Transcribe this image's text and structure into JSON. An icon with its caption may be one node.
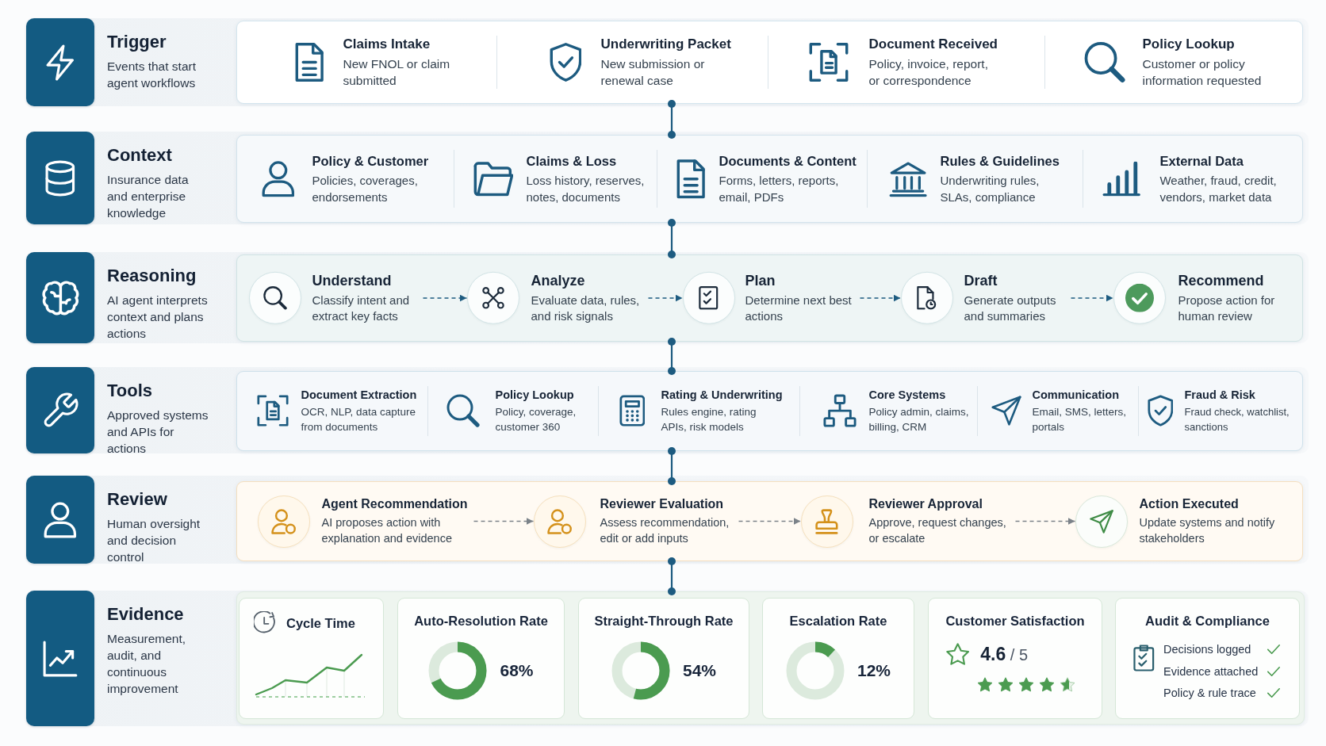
{
  "diagram": {
    "nodes": [
      {
        "text": [
          "Trigger",
          "Events that start agent workflows"
        ]
      },
      {
        "text": [],
        "shape": "box",
        "in": 0
      },
      {
        "text": [
          "Claims Intake",
          "New FNOL or claim submitted"
        ],
        "in": 1
      },
      {
        "text": [
          "Underwriting Packet",
          "New submission or renewal case"
        ],
        "in": 1
      },
      {
        "text": [
          "Document Received",
          "Policy, invoice, report, or correspondence"
        ],
        "in": 1
      },
      {
        "text": [
          "Policy Lookup",
          "Customer or policy information requested"
        ],
        "in": 1
      },
      {
        "text": [
          "Context",
          "Insurance data and enterprise knowledge"
        ]
      },
      {
        "text": [],
        "shape": "box",
        "in": 6
      },
      {
        "text": [
          "Policy & Customer",
          "Policies, coverages, endorsements"
        ],
        "in": 7
      },
      {
        "text": [
          "Claims & Loss",
          "Loss history, reserves, notes, documents"
        ],
        "in": 7
      },
      {
        "text": [
          "Documents & Content",
          "Forms, letters, reports, email, PDFs"
        ],
        "in": 7
      },
      {
        "text": [
          "Rules & Guidelines",
          "Underwriting rules, SLAs, compliance"
        ],
        "in": 7
      },
      {
        "text": [
          "External Data",
          "Weather, fraud, credit, vendors, market data"
        ],
        "in": 7
      },
      {
        "text": [
          "Reasoning",
          "AI agent interprets context and plans actions"
        ]
      },
      {
        "text": [],
        "shape": "box",
        "in": 13
      },
      {
        "text": [
          "Understand",
          "Classify intent and extract key facts"
        ],
        "in": 14
      },
      {
        "text": [
          "Analyze",
          "Evaluate data, rules, and risk signals"
        ],
        "in": 14
      },
      {
        "text": [
          "Plan",
          "Determine next best actions"
        ],
        "in": 14
      },
      {
        "text": [
          "Draft",
          "Generate outputs and summaries"
        ],
        "in": 14
      },
      {
        "text": [
          "Recommend",
          "Propose action for human review"
        ],
        "in": 14
      },
      {
        "text": [
          "Tools",
          "Approved systems and APIs for actions"
        ]
      },
      {
        "text": [],
        "shape": "box",
        "in": 20
      },
      {
        "text": [
          "Document Extraction",
          "OCR, NLP, data capture from documents"
        ],
        "in": 21
      },
      {
        "text": [
          "Policy Lookup",
          "Policy, coverage, customer 360"
        ],
        "in": 21
      },
      {
        "text": [
          "Rating & Underwriting",
          "Rules engine, rating APIs, risk models"
        ],
        "in": 21
      },
      {
        "text": [
          "Core Systems",
          "Policy admin, claims, billing, CRM"
        ],
        "in": 21
      },
      {
        "text": [
          "Communication",
          "Email, SMS, letters, portals"
        ],
        "in": 21
      },
      {
        "text": [
          "Fraud & Risk",
          "Fraud check, watchlist, sanctions"
        ],
        "in": 21
      },
      {
        "text": [
          "Review",
          "Human oversight and decision control"
        ]
      },
      {
        "text": [],
        "shape": "box",
        "in": 28
      },
      {
        "text": [
          "Agent Recommendation",
          "AI proposes action with explanation and evidence"
        ],
        "in": 29
      },
      {
        "text": [
          "Reviewer Evaluation",
          "Assess recommendation, edit or add inputs"
        ],
        "in": 29
      },
      {
        "text": [
          "Reviewer Approval",
          "Approve, request changes, or escalate"
        ],
        "in": 29
      },
      {
        "text": [
          "Action Executed",
          "Update systems and notify stakeholders"
        ],
        "in": 29
      },
      {
        "text": [
          "Evidence",
          "Measurement, audit, and continuous improvement"
        ]
      },
      {
        "text": [],
        "shape": "box",
        "in": 34
      },
      {
        "text": [
          "Cycle Time"
        ],
        "in": 35
      },
      {
        "text": [
          "Auto-Resolution Rate",
          "68%"
        ],
        "in": 35
      },
      {
        "text": [
          "Straight-Through Rate",
          "54%"
        ],
        "in": 35
      },
      {
        "text": [
          "Escalation Rate",
          "12%"
        ],
        "in": 35
      },
      {
        "text": [
          "Customer Satisfaction",
          "**4.6** / 5"
        ],
        "in": 35
      },
      {
        "text": [
          "Audit & Compliance",
          "Decisions logged",
          "Evidence attached",
          "Policy & rule trace"
        ],
        "in": 35
      }
    ],
    "edges": [
      {
        "from": 1,
        "to": 7,
        "arrow": "other"
      },
      {
        "from": 7,
        "to": 14,
        "arrow": "other"
      },
      {
        "from": 14,
        "to": 21,
        "arrow": "other"
      },
      {
        "from": 21,
        "to": 29,
        "arrow": "other"
      },
      {
        "from": 29,
        "to": 35,
        "arrow": "other"
      },
      {
        "from": 15,
        "to": 16,
        "arrow": "to",
        "style": "dashed"
      },
      {
        "from": 16,
        "to": 17,
        "arrow": "to",
        "style": "dashed"
      },
      {
        "from": 17,
        "to": 18,
        "arrow": "to",
        "style": "dashed"
      },
      {
        "from": 18,
        "to": 19,
        "arrow": "to",
        "style": "dashed"
      },
      {
        "from": 30,
        "to": 31,
        "arrow": "to",
        "style": "dashed",
        "color": "#7b8289"
      },
      {
        "from": 31,
        "to": 32,
        "arrow": "to",
        "style": "dashed",
        "color": "#7b8289"
      },
      {
        "from": 32,
        "to": 33,
        "arrow": "to",
        "style": "dashed",
        "color": "#7b8289"
      }
    ]
  }
}
